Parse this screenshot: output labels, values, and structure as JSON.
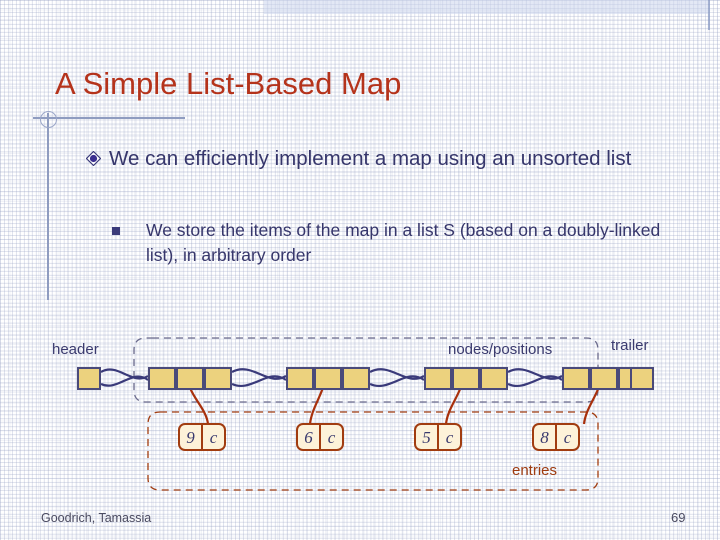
{
  "slide": {
    "title": "A Simple List-Based Map",
    "bullets": [
      {
        "level": 1,
        "icon": "diamond-bullet-icon",
        "text": "We can efficiently implement a map using an unsorted list"
      },
      {
        "level": 2,
        "icon": "square-bullet-icon",
        "text": "We store the items of the map in a list S (based on a doubly-linked list), in arbitrary order"
      }
    ]
  },
  "diagram": {
    "labels": {
      "header": "header",
      "nodes_positions": "nodes/positions",
      "trailer": "trailer",
      "entries": "entries"
    },
    "entries": [
      {
        "key": "9",
        "value": "c"
      },
      {
        "key": "6",
        "value": "c"
      },
      {
        "key": "5",
        "value": "c"
      },
      {
        "key": "8",
        "value": "c"
      }
    ],
    "node_count": 4,
    "colors": {
      "node_fill": "#ecd27e",
      "node_border": "#4a4a7a",
      "entry_fill": "#fdf2d9",
      "entry_border": "#a13c10",
      "link_line": "#3a3a7a",
      "pointer_line": "#a8300c",
      "nodes_region_dash": "#6a6a8c",
      "entries_region_dash": "#a13c10"
    }
  },
  "footer": {
    "authors": "Goodrich, Tamassia",
    "page_number": "69"
  },
  "theme": {
    "title_color": "#b5331b",
    "body_text_color": "#36366b",
    "background": "#ffffff",
    "grid_color": "#96a0c3",
    "accent_band": "#ccd6ec"
  }
}
